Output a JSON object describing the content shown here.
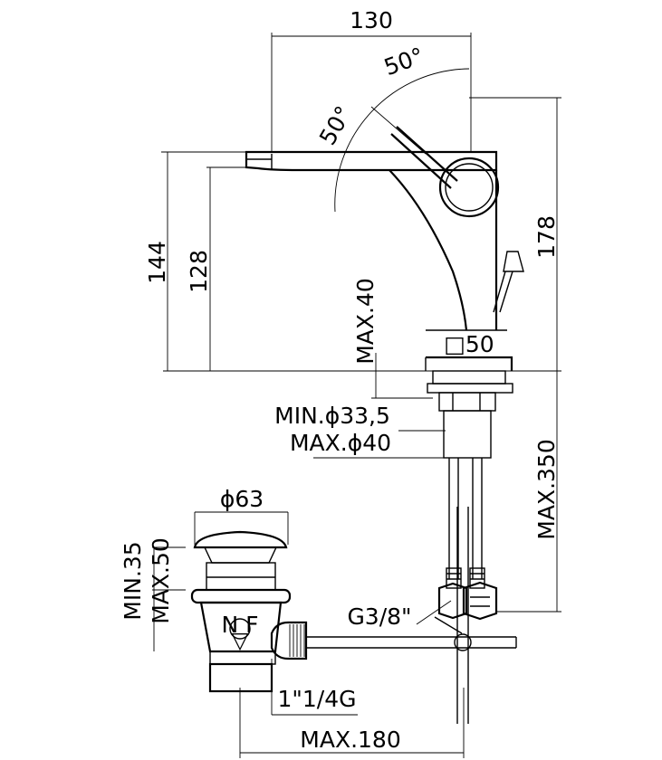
{
  "dimensions": {
    "width_130": "130",
    "angle_right": "50°",
    "angle_left": "50°",
    "height_144": "144",
    "height_128": "128",
    "height_178": "178",
    "max_40": "MAX.40",
    "square_50": "□50",
    "min_33_5": "MIN.ϕ33,5",
    "max_40_dia": "MAX.ϕ40",
    "max_350": "MAX.350",
    "dia_63": "ϕ63",
    "min_35": "MIN.35",
    "max_50": "MAX.50",
    "g38": "G3/8\"",
    "one_quarter_g": "1\"1/4G",
    "max_180": "MAX.180"
  },
  "marks": {
    "arrow_symbol": "▽",
    "nf_label": "N F"
  }
}
